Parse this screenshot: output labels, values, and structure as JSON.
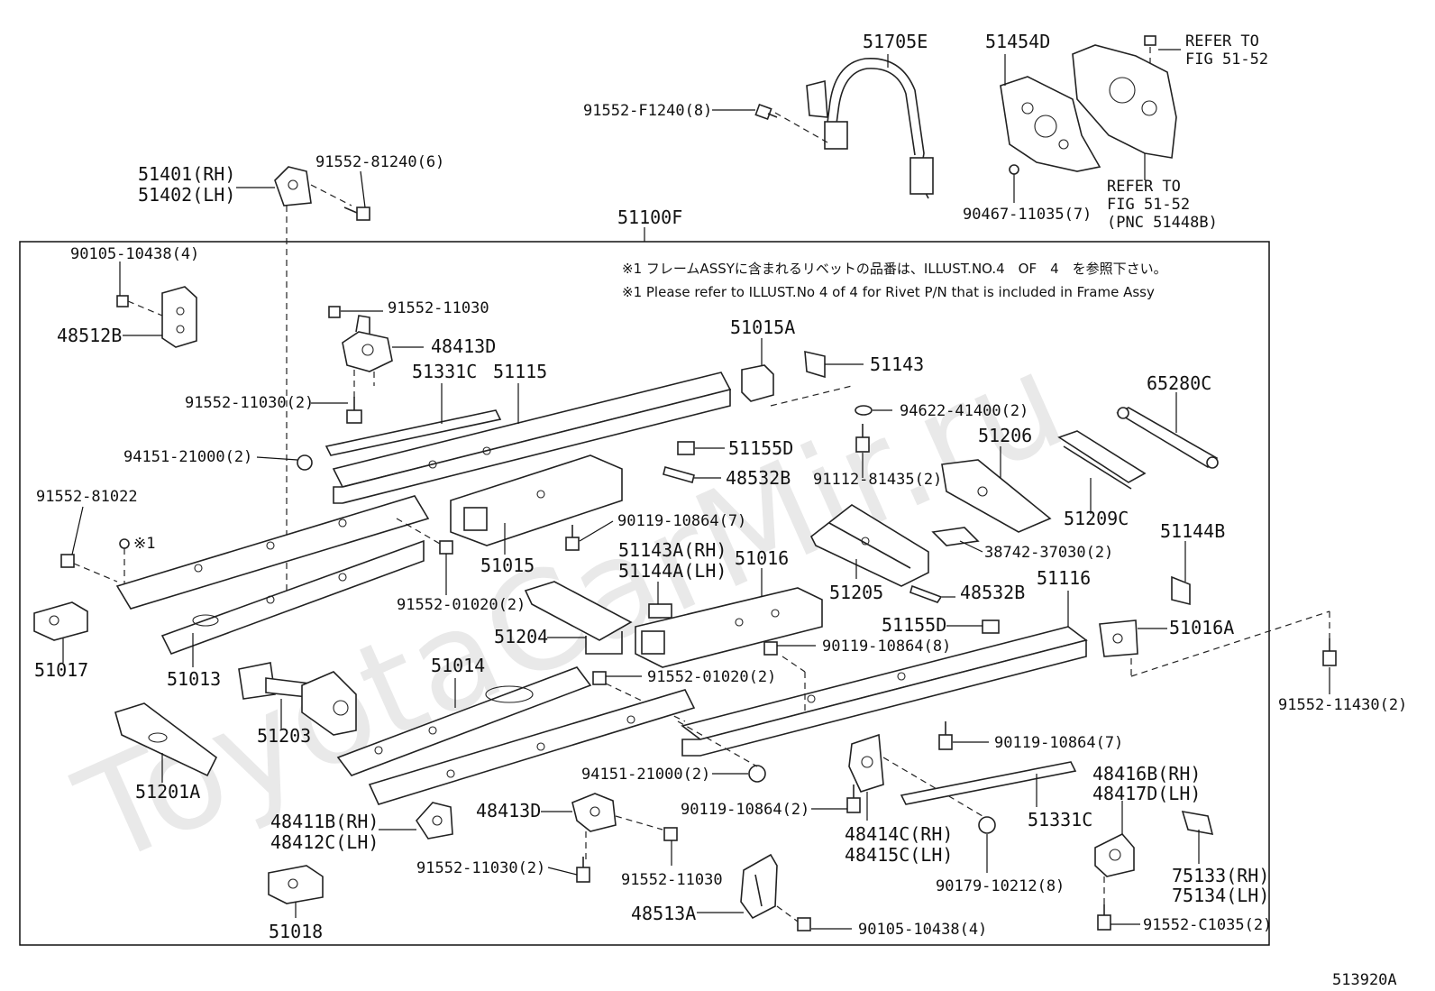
{
  "watermark": "ToyotaCarMir.ru",
  "figure_code": "513920A",
  "notes": {
    "jp": "※1 フレームASSYに含まれるリベットの品番は、ILLUST.NO.4　OF　4　を参照下さい。",
    "en": "※1 Please refer to ILLUST.No 4 of 4 for Rivet P/N that is included in Frame Assy"
  },
  "labels": {
    "p51705E": "51705E",
    "p51454D": "51454D",
    "refer_top_1": "REFER TO",
    "refer_top_2": "FIG 51-52",
    "p91552F1240": "91552-F1240(8)",
    "p90467": "90467-11035(7)",
    "refer_bot_1": "REFER TO",
    "refer_bot_2": "FIG 51-52",
    "refer_bot_3": "(PNC 51448B)",
    "p51401": "51401(RH)",
    "p51402": "51402(LH)",
    "p91552_81240": "91552-81240(6)",
    "p51100F": "51100F",
    "p90105_top": "90105-10438(4)",
    "p48512B": "48512B",
    "p91552_11030_a": "91552-11030",
    "p48413D_a": "48413D",
    "p51331C_a": "51331C",
    "p51115": "51115",
    "p91552_11030_b": "91552-11030(2)",
    "p51015A": "51015A",
    "p51143": "51143",
    "p94622": "94622-41400(2)",
    "p65280C": "65280C",
    "p94151_a": "94151-21000(2)",
    "p51155D_a": "51155D",
    "p48532B_a": "48532B",
    "p91112": "91112-81435(2)",
    "p51206": "51206",
    "p51209C": "51209C",
    "p91552_81022": "91552-81022",
    "star1": "※1",
    "p90119_a": "90119-10864(7)",
    "p51015": "51015",
    "p51143A": "51143A(RH)",
    "p51144A": "51144A(LH)",
    "p51016": "51016",
    "p38742": "38742-37030(2)",
    "p51144B": "51144B",
    "p91552_01020_a": "91552-01020(2)",
    "p51205": "51205",
    "p48532B_b": "48532B",
    "p51116": "51116",
    "p51017": "51017",
    "p51013": "51013",
    "p51204": "51204",
    "p51155D_b": "51155D",
    "p51016A": "51016A",
    "p90119_b": "90119-10864(8)",
    "p51014": "51014",
    "p91552_01020_b": "91552-01020(2)",
    "p91552_11430": "91552-11430(2)",
    "p51203": "51203",
    "p90119_c": "90119-10864(7)",
    "p51201A": "51201A",
    "p94151_b": "94151-21000(2)",
    "p48416B": "48416B(RH)",
    "p48417D": "48417D(LH)",
    "p48411B": "48411B(RH)",
    "p48412C": "48412C(LH)",
    "p48413D_b": "48413D",
    "p90119_d": "90119-10864(2)",
    "p51331C_b": "51331C",
    "p48414C": "48414C(RH)",
    "p48415C": "48415C(LH)",
    "p91552_11030_c": "91552-11030(2)",
    "p91552_11030_d": "91552-11030",
    "p90179": "90179-10212(8)",
    "p75133": "75133(RH)",
    "p75134": "75134(LH)",
    "p51018": "51018",
    "p48513A": "48513A",
    "p90105_bot": "90105-10438(4)",
    "p91552_C1035": "91552-C1035(2)"
  }
}
